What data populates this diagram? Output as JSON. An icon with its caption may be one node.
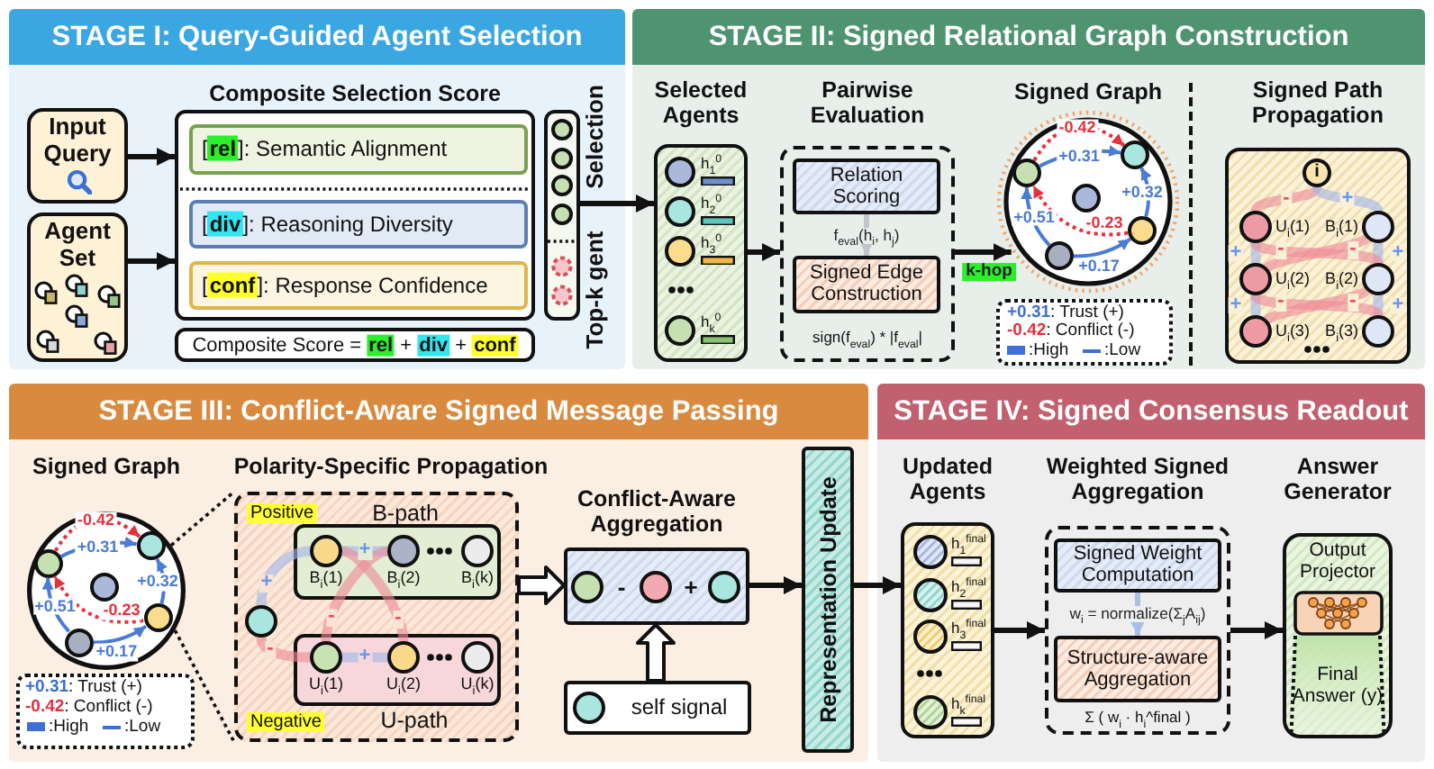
{
  "diagram": {
    "nodes": [
      {
        "text": [
          "STAGE I: Query-Guided Agent Selection"
        ]
      },
      {
        "text": [
          "Input Query"
        ],
        "in": 0
      },
      {
        "text": [
          "Agent Set"
        ],
        "in": 0
      },
      {
        "text": [
          "Composite Selection Score"
        ],
        "in": 0
      },
      {
        "text": [
          "[**rel**]: Semantic Alignment"
        ],
        "in": 3
      },
      {
        "text": [
          "[**div**]: Reasoning Diversity"
        ],
        "in": 3
      },
      {
        "text": [
          "[**conf**]: Response Confidence"
        ],
        "in": 3
      },
      {
        "text": [
          "Composite Score = **rel** + **div** + **conf**"
        ],
        "in": 0
      },
      {
        "text": [],
        "shape": "box",
        "in": 0,
        "beside": [
          "Top-k gent",
          "Selection"
        ]
      },
      {
        "text": [
          "STAGE II: Signed Relational Graph Construction"
        ]
      },
      {
        "text": [
          "Selected Agents",
          "h$_{1}$$^{0}$",
          "h$_{2}$$^{0}$",
          "h$_{3}$$^{0}$",
          "h$_{k}$$^{0}$"
        ],
        "in": 9
      },
      {
        "text": [
          "Pairwise Evaluation"
        ],
        "in": 9
      },
      {
        "text": [
          "Relation Scoring"
        ],
        "in": 11
      },
      {
        "text": [
          "Signed Edge Construction"
        ],
        "in": 11,
        "beside": [
          "sign(f$_{eval}$) * |f$_{eval}$|"
        ]
      },
      {
        "text": [
          "Signed Graph"
        ],
        "in": 9
      },
      {
        "text": [],
        "shape": "circle",
        "in": 14
      },
      {
        "text": [],
        "shape": "circle",
        "in": 14
      },
      {
        "text": [],
        "shape": "circle",
        "in": 14
      },
      {
        "text": [],
        "shape": "circle",
        "in": 14
      },
      {
        "text": [],
        "shape": "circle",
        "in": 14
      },
      {
        "text": [
          "**+0.31**: Trust (+)",
          "**-0.42**: Conflict (-)",
          ":High",
          ":Low"
        ],
        "in": 9
      },
      {
        "text": [
          "Signed Path Propagation"
        ],
        "in": 9
      },
      {
        "text": [
          "i"
        ],
        "in": 21
      },
      {
        "text": [],
        "shape": "circle",
        "in": 21,
        "beside": [
          "U$_{i}$(1)"
        ]
      },
      {
        "text": [],
        "shape": "circle",
        "in": 21,
        "beside": [
          "B$_{i}$(1)"
        ]
      },
      {
        "text": [],
        "shape": "circle",
        "in": 21,
        "beside": [
          "U$_{i}$(2)"
        ]
      },
      {
        "text": [],
        "shape": "circle",
        "in": 21,
        "beside": [
          "B$_{i}$(2)"
        ]
      },
      {
        "text": [],
        "shape": "circle",
        "in": 21,
        "beside": [
          "U$_{i}$(3)"
        ]
      },
      {
        "text": [],
        "shape": "circle",
        "in": 21,
        "beside": [
          "B$_{i}$(3)"
        ]
      },
      {
        "text": [
          "STAGE III: Conflict-Aware Signed Message Passing"
        ]
      },
      {
        "text": [
          "Signed Graph"
        ],
        "in": 29
      },
      {
        "text": [],
        "shape": "circle",
        "in": 30
      },
      {
        "text": [],
        "shape": "circle",
        "in": 30
      },
      {
        "text": [],
        "shape": "circle",
        "in": 30
      },
      {
        "text": [],
        "shape": "circle",
        "in": 30
      },
      {
        "text": [],
        "shape": "circle",
        "in": 30
      },
      {
        "text": [
          "**+0.31**: Trust (+)",
          "**-0.42**: Conflict (-)",
          ":High",
          ":Low"
        ],
        "in": 29
      },
      {
        "text": [
          "Polarity-Specific Propagation",
          "Positive",
          "Negative"
        ],
        "in": 29
      },
      {
        "text": [
          "B-path"
        ],
        "in": 37
      },
      {
        "text": [],
        "shape": "circle",
        "in": 38,
        "beside": [
          "B$_{i}$(1)"
        ]
      },
      {
        "text": [],
        "shape": "circle",
        "in": 38,
        "beside": [
          "B$_{i}$(2)"
        ]
      },
      {
        "text": [],
        "shape": "circle",
        "in": 38,
        "beside": [
          "B$_{i}$(k)"
        ]
      },
      {
        "text": [],
        "shape": "circle",
        "in": 37
      },
      {
        "text": [
          "U-path"
        ],
        "in": 37
      },
      {
        "text": [],
        "shape": "circle",
        "in": 43,
        "beside": [
          "U$_{i}$(1)"
        ]
      },
      {
        "text": [],
        "shape": "circle",
        "in": 43,
        "beside": [
          "U$_{i}$(2)"
        ]
      },
      {
        "text": [],
        "shape": "circle",
        "in": 43,
        "beside": [
          "U$_{i}$(k)"
        ]
      },
      {
        "text": [
          "Conflict-Aware Aggregation",
          "-",
          "+"
        ],
        "in": 29
      },
      {
        "text": [
          "self signal"
        ],
        "in": 29
      },
      {
        "text": [
          "Representation Update"
        ],
        "in": 29
      },
      {
        "text": [
          "STAGE IV: Signed Consensus Readout"
        ]
      },
      {
        "text": [
          "Updated Agents",
          "h$_{1}$$^{final}$",
          "h$_{2}$$^{final}$",
          "h$_{3}$$^{final}$",
          "h$_{k}$$^{final}$"
        ],
        "in": 50
      },
      {
        "text": [
          "Weighted Signed Aggregation"
        ],
        "in": 50
      },
      {
        "text": [
          "Signed Weight Computation"
        ],
        "in": 52
      },
      {
        "text": [
          "Structure-aware Aggregation"
        ],
        "in": 52,
        "beside": [
          "Σ ( w$_{i}$ · h$_{i}$^final )"
        ]
      },
      {
        "text": [
          "Answer Generator",
          "Output Projector",
          "Final Answer (y)"
        ],
        "in": 50
      }
    ],
    "edges": [
      {
        "from": 1,
        "to": 3,
        "arrow": "to"
      },
      {
        "from": 2,
        "to": 3,
        "arrow": "to"
      },
      {
        "from": 8,
        "to": 10,
        "arrow": "to"
      },
      {
        "from": 10,
        "to": 11,
        "arrow": "to"
      },
      {
        "from": 12,
        "to": 13,
        "arrow": "to",
        "label": "f$_{eval}$(h$_{i}$, h$_{j}$)",
        "color": "#c4c4cc"
      },
      {
        "from": 11,
        "to": 14,
        "arrow": "to",
        "label": "k-hop"
      },
      {
        "from": 16,
        "to": 15,
        "arrow": "to",
        "label": "-0.42",
        "style": "dashed",
        "color": "#e8303c"
      },
      {
        "from": 16,
        "to": 15,
        "arrow": "to",
        "label": "+0.31",
        "color": "#4a7bd6"
      },
      {
        "from": 18,
        "to": 15,
        "arrow": "to",
        "label": "+0.32",
        "color": "#4a7bd6"
      },
      {
        "from": 19,
        "to": 16,
        "arrow": "to",
        "label": "+0.51",
        "color": "#4a7bd6"
      },
      {
        "from": 18,
        "to": 16,
        "arrow": "to",
        "label": "-0.23",
        "style": "dashed",
        "color": "#e8303c"
      },
      {
        "from": 19,
        "to": 18,
        "arrow": "to",
        "label": "+0.17",
        "color": "#4a7bd6"
      },
      {
        "from": 22,
        "to": 23,
        "arrow": "none",
        "label": "-",
        "style": "thick",
        "color": "#ee8a98"
      },
      {
        "from": 22,
        "to": 24,
        "arrow": "none",
        "label": "+",
        "style": "thick",
        "color": "#9fb8ea"
      },
      {
        "from": 23,
        "to": 25,
        "arrow": "none",
        "label": "+",
        "style": "thick",
        "color": "#9fb8ea"
      },
      {
        "from": 24,
        "to": 26,
        "arrow": "none",
        "label": "+",
        "style": "thick",
        "color": "#9fb8ea"
      },
      {
        "from": 23,
        "to": 26,
        "arrow": "none",
        "label": "-",
        "style": "thick",
        "color": "#ee8a98"
      },
      {
        "from": 24,
        "to": 25,
        "arrow": "none",
        "label": "-",
        "style": "thick",
        "color": "#ee8a98"
      },
      {
        "from": 25,
        "to": 27,
        "arrow": "none",
        "label": "+",
        "style": "thick",
        "color": "#9fb8ea"
      },
      {
        "from": 26,
        "to": 28,
        "arrow": "none",
        "label": "+",
        "style": "thick",
        "color": "#9fb8ea"
      },
      {
        "from": 25,
        "to": 28,
        "arrow": "none",
        "label": "-",
        "style": "thick",
        "color": "#ee8a98"
      },
      {
        "from": 26,
        "to": 27,
        "arrow": "none",
        "label": "-",
        "style": "thick",
        "color": "#ee8a98"
      },
      {
        "from": 30,
        "to": 37,
        "arrow": "none",
        "style": "dashed"
      },
      {
        "from": 32,
        "to": 31,
        "arrow": "to",
        "label": "-0.42",
        "style": "dashed",
        "color": "#e8303c"
      },
      {
        "from": 32,
        "to": 31,
        "arrow": "to",
        "label": "+0.31",
        "color": "#4a7bd6"
      },
      {
        "from": 34,
        "to": 31,
        "arrow": "to",
        "label": "+0.32",
        "color": "#4a7bd6"
      },
      {
        "from": 35,
        "to": 32,
        "arrow": "to",
        "label": "+0.51",
        "color": "#4a7bd6"
      },
      {
        "from": 34,
        "to": 32,
        "arrow": "to",
        "label": "-0.23",
        "style": "dashed",
        "color": "#e8303c"
      },
      {
        "from": 35,
        "to": 34,
        "arrow": "to",
        "label": "+0.17",
        "color": "#4a7bd6"
      },
      {
        "from": 42,
        "to": 39,
        "arrow": "none",
        "label": "+",
        "style": "thick",
        "color": "#9fb8ea"
      },
      {
        "from": 42,
        "to": 44,
        "arrow": "none",
        "label": "-",
        "style": "thick",
        "color": "#ee8a98"
      },
      {
        "from": 39,
        "to": 40,
        "arrow": "none",
        "label": "+",
        "style": "thick",
        "color": "#9fb8ea"
      },
      {
        "from": 44,
        "to": 45,
        "arrow": "none",
        "label": "+",
        "style": "thick",
        "color": "#9fb8ea"
      },
      {
        "from": 39,
        "to": 45,
        "arrow": "none",
        "label": "-",
        "style": "thick",
        "color": "#ee8a98"
      },
      {
        "from": 44,
        "to": 40,
        "arrow": "none",
        "label": "-",
        "style": "thick",
        "color": "#ee8a98"
      },
      {
        "from": 37,
        "to": 47,
        "arrow": "to",
        "style": "thick"
      },
      {
        "from": 48,
        "to": 47,
        "arrow": "to",
        "style": "thick"
      },
      {
        "from": 47,
        "to": 49,
        "arrow": "to"
      },
      {
        "from": 49,
        "to": 51,
        "arrow": "to"
      },
      {
        "from": 51,
        "to": 52,
        "arrow": "to"
      },
      {
        "from": 53,
        "to": 54,
        "arrow": "to",
        "label": "w$_{i}$ = normalize(Σ$_{j}$A$_{ij}$)",
        "color": "#a9bfe6"
      },
      {
        "from": 52,
        "to": 55,
        "arrow": "to"
      },
      {
        "from": 30,
        "to": 37,
        "arrow": "none",
        "style": "dashed"
      }
    ]
  }
}
